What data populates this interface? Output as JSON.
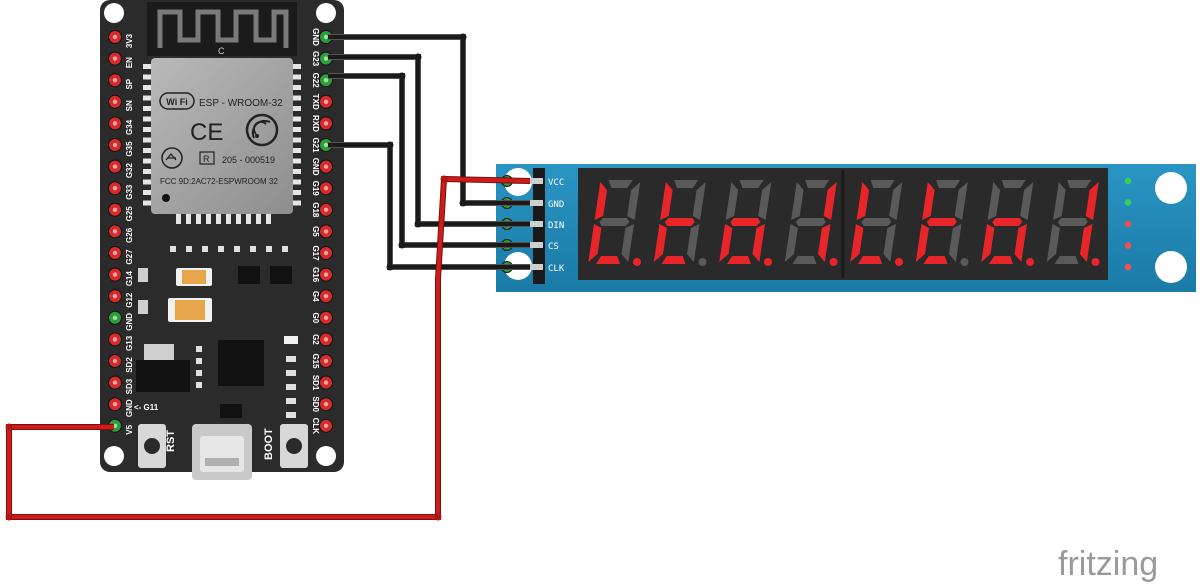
{
  "watermark": "fritzing",
  "esp32": {
    "module_name": "ESP - WROOM-32",
    "wifi": "Wi Fi",
    "ce": "CE",
    "r_mark": "R",
    "code": "205 - 000519",
    "fcc": "FCC 9D:2AC72-ESPWROOM 32",
    "antenna_mark": "C",
    "rst": "RST",
    "boot": "BOOT",
    "g11": "<- G11",
    "left_pins": [
      "3V3",
      "EN",
      "SP",
      "SN",
      "G34",
      "G35",
      "G32",
      "G33",
      "G25",
      "G26",
      "G27",
      "G14",
      "G12",
      "GND",
      "G13",
      "SD2",
      "SD3",
      "GND",
      "V5"
    ],
    "right_pins": [
      "GND",
      "G23",
      "G22",
      "TXD",
      "RXD",
      "G21",
      "GND",
      "G19",
      "G18",
      "G5",
      "G17",
      "G16",
      "G4",
      "G0",
      "G2",
      "G15",
      "SD1",
      "SD0",
      "CLK"
    ]
  },
  "display": {
    "pins": [
      "VCC",
      "GND",
      "DIN",
      "CS",
      "CLK"
    ]
  },
  "colors": {
    "board": "#2b2b2b",
    "pcb_blue": "#1e88b5",
    "segment_on": "#e8262a",
    "segment_off": "#5a5a5a",
    "wire_black": "#1a1a1a",
    "wire_red": "#d11b1b",
    "pin_red": "#d62b2b",
    "pin_green": "#2e9c3a"
  }
}
